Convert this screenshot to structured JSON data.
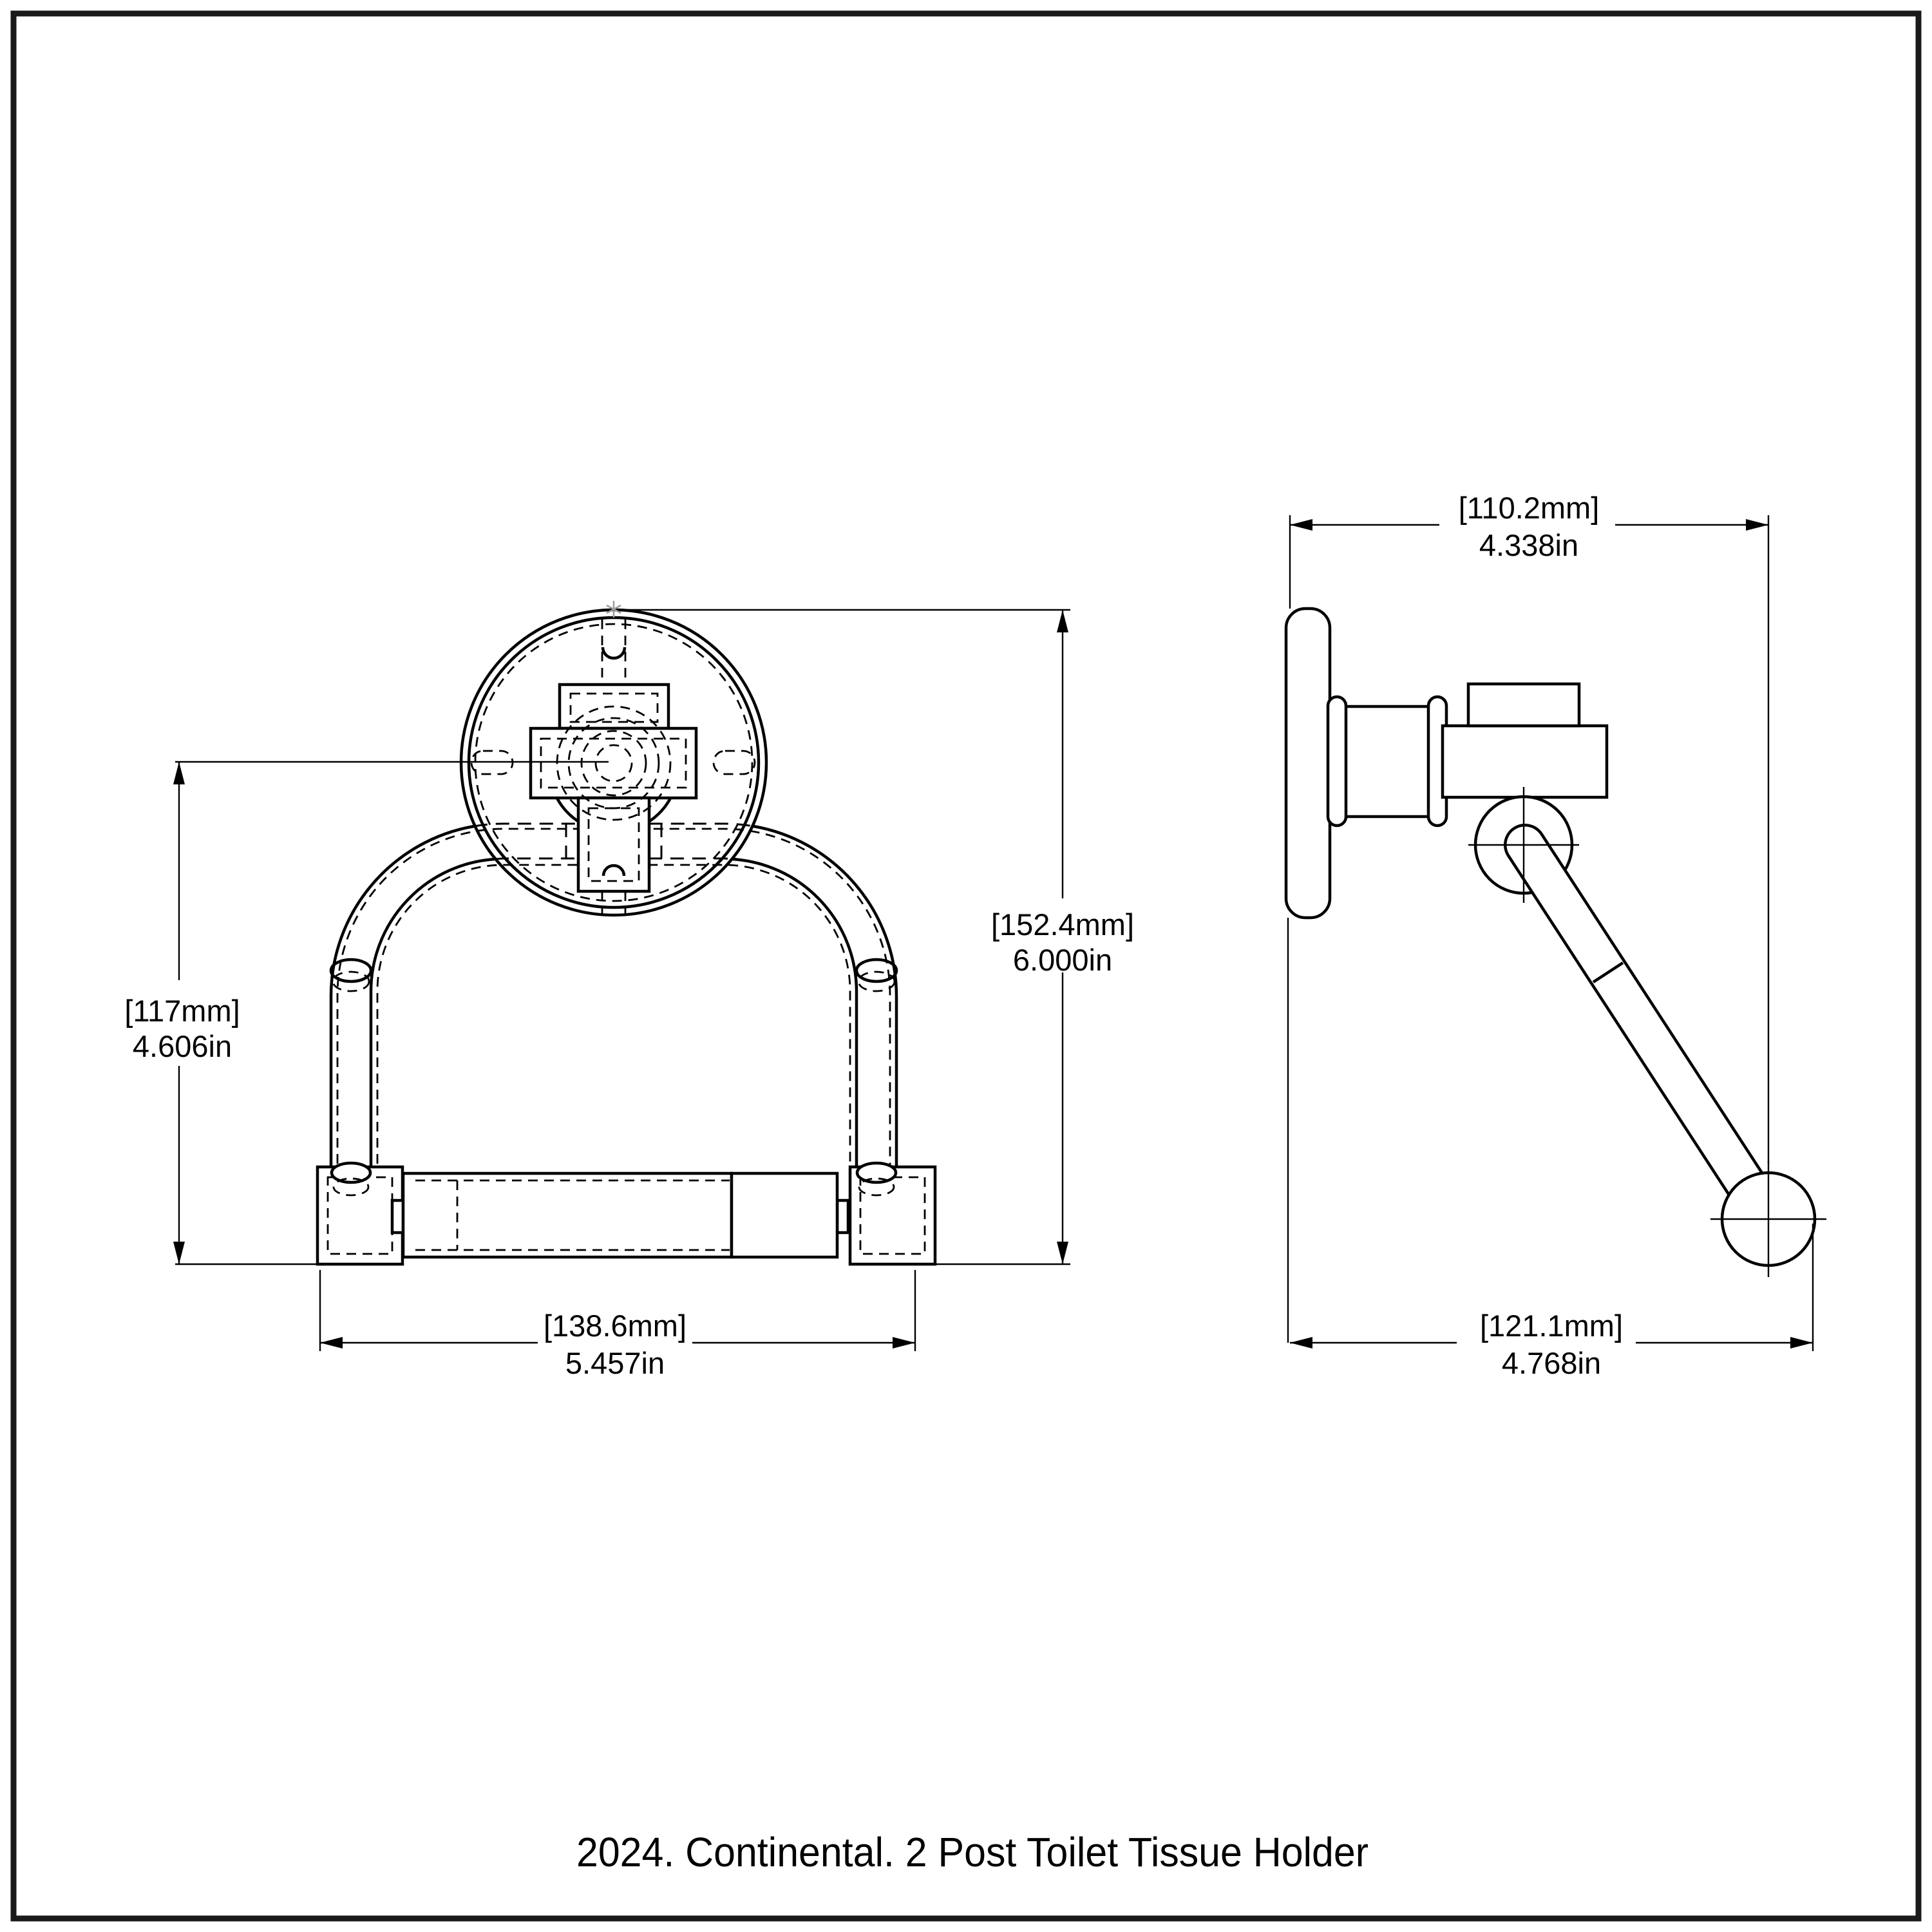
{
  "page": {
    "background": "#ffffff",
    "border_color": "#1a1a1a",
    "line_color": "#000000",
    "caption": "2024. Continental. 2 Post Toilet Tissue Holder"
  },
  "front_view": {
    "dim_center_height": {
      "mm": "[117mm]",
      "in": "4.606in"
    },
    "dim_overall_height": {
      "mm": "[152.4mm]",
      "in": "6.000in"
    },
    "dim_overall_width": {
      "mm": "[138.6mm]",
      "in": "5.457in"
    }
  },
  "side_view": {
    "dim_wall_to_arm": {
      "mm": "[110.2mm]",
      "in": "4.338in"
    },
    "dim_overall_depth": {
      "mm": "[121.1mm]",
      "in": "4.768in"
    }
  }
}
